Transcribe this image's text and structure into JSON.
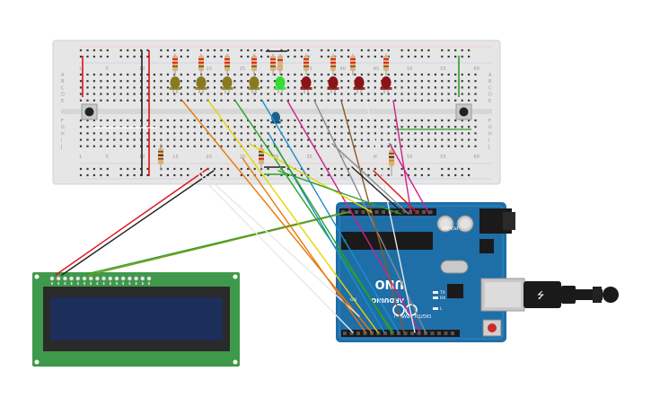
{
  "breadboard": {
    "col_labels": [
      "1",
      "5",
      "10",
      "15",
      "20",
      "25",
      "30",
      "35",
      "40",
      "45",
      "50",
      "55",
      "60"
    ],
    "row_labels_top": [
      "A",
      "B",
      "C",
      "D",
      "E"
    ],
    "row_labels_bottom": [
      "F",
      "G",
      "H",
      "I",
      "J"
    ]
  },
  "arduino": {
    "brand": "ARDUINO",
    "model": "UNO",
    "header_labels": [
      "DIGITAL (PWM~)",
      "ANALOG IN",
      "POWER"
    ],
    "indicator_labels": [
      "TX",
      "RX",
      "L",
      "ON"
    ]
  },
  "components": {
    "leds": [
      {
        "color": "#8a7a1e"
      },
      {
        "color": "#8a7a1e"
      },
      {
        "color": "#8a7a1e"
      },
      {
        "color": "#8a7a1e"
      },
      {
        "color": "#33dd33"
      },
      {
        "color": "#8b1515"
      },
      {
        "color": "#8b1515"
      },
      {
        "color": "#8b1515"
      },
      {
        "color": "#8b1515"
      }
    ],
    "extra_led_color": "#1d5f8a"
  },
  "wire_colors": {
    "red": "#e01010",
    "black": "#202020",
    "green": "#2aa02a",
    "orange": "#e8780a",
    "yellow": "#e6d600",
    "blue": "#1a8fd0",
    "magenta": "#d0208a",
    "gray": "#8a8a8a",
    "brown": "#8a5a2a",
    "white": "#e8e8e8",
    "olive": "#7a9a1a"
  },
  "lcd": {
    "pcb_color": "#3e9a4a",
    "screen_color": "#1c2e5a"
  }
}
